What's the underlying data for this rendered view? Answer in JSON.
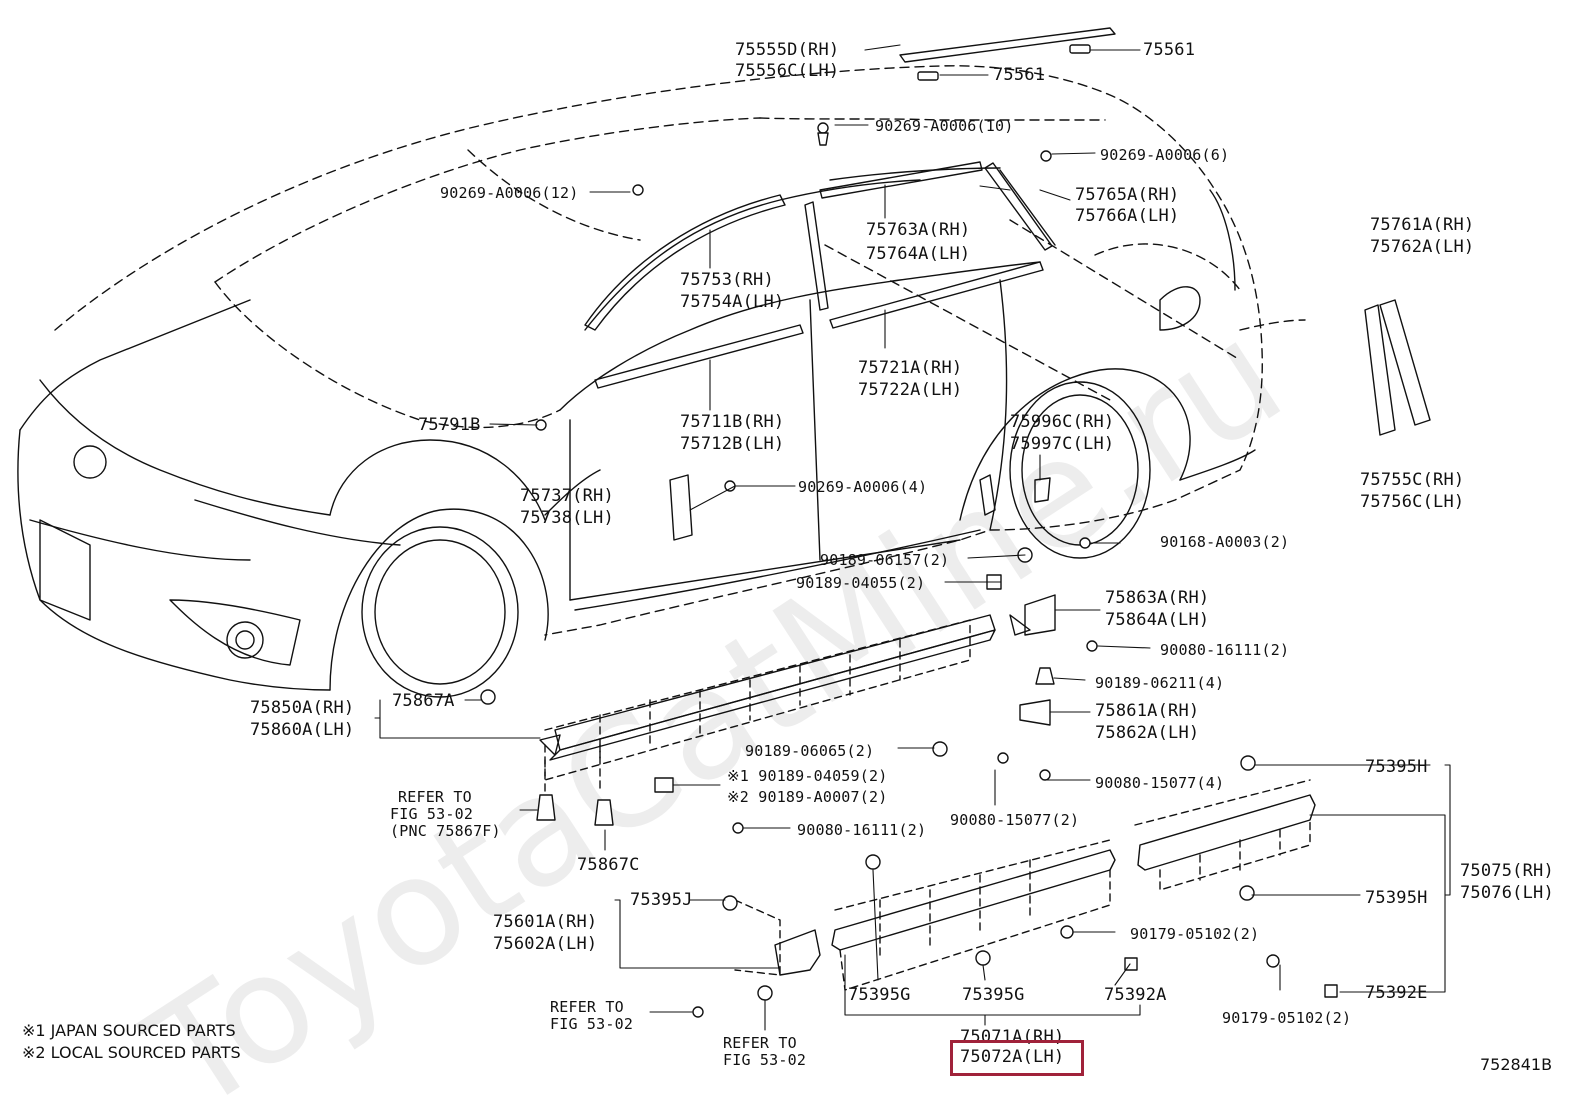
{
  "watermark": "ToyotaCatMine.ru",
  "figure_number": "752841B",
  "notes": [
    "※1 JAPAN SOURCED PARTS",
    "※2 LOCAL SOURCED PARTS"
  ],
  "highlight_color": "#a0223a",
  "labels": {
    "p75555D": "75555D(RH)",
    "p75556C": "75556C(LH)",
    "p75561a": "75561",
    "p75561b": "75561",
    "p90269_10": "90269-A0006(10)",
    "p90269_6": "90269-A0006(6)",
    "p90269_12": "90269-A0006(12)",
    "p75765A": "75765A(RH)",
    "p75766A": "75766A(LH)",
    "p75763A": "75763A(RH)",
    "p75764A": "75764A(LH)",
    "p75761A": "75761A(RH)",
    "p75762A": "75762A(LH)",
    "p75753": "75753(RH)",
    "p75754A": "75754A(LH)",
    "p75721A": "75721A(RH)",
    "p75722A": "75722A(LH)",
    "p75711B": "75711B(RH)",
    "p75712B": "75712B(LH)",
    "p75791B": "75791B",
    "p75996C": "75996C(RH)",
    "p75997C": "75997C(LH)",
    "p75755C": "75755C(RH)",
    "p75756C": "75756C(LH)",
    "p75737": "75737(RH)",
    "p75738": "75738(LH)",
    "p90269_4": "90269-A0006(4)",
    "p90189_06157": "90189-06157(2)",
    "p90168": "90168-A0003(2)",
    "p90189_04055": "90189-04055(2)",
    "p75863A": "75863A(RH)",
    "p75864A": "75864A(LH)",
    "p90080_16111a": "90080-16111(2)",
    "p90189_06211": "90189-06211(4)",
    "p75850A": "75850A(RH)",
    "p75860A": "75860A(LH)",
    "p75867A": "75867A",
    "p75861A": "75861A(RH)",
    "p75862A": "75862A(LH)",
    "p90189_06065": "90189-06065(2)",
    "p75395H_a": "75395H",
    "refer1a": "REFER TO",
    "refer1b": "FIG 53-02",
    "refer1c": "(PNC 75867F)",
    "p90189_04059": "※1 90189-04059(2)",
    "p90189_A0007": "※2 90189-A0007(2)",
    "p90080_15077a": "90080-15077(4)",
    "p90080_16111b": "90080-16111(2)",
    "p90080_15077b": "90080-15077(2)",
    "p75867C": "75867C",
    "p75075": "75075(RH)",
    "p75076": "75076(LH)",
    "p75395J": "75395J",
    "p75601A": "75601A(RH)",
    "p75602A": "75602A(LH)",
    "p75395H_b": "75395H",
    "p90179_a": "90179-05102(2)",
    "refer2a": "REFER TO",
    "refer2b": "FIG 53-02",
    "p75395G_a": "75395G",
    "p75395G_b": "75395G",
    "p75392A": "75392A",
    "p75392E": "75392E",
    "refer3a": "REFER TO",
    "refer3b": "FIG 53-02",
    "p75071A": "75071A(RH)",
    "p75072A": "75072A(LH)",
    "p90179_b": "90179-05102(2)"
  }
}
